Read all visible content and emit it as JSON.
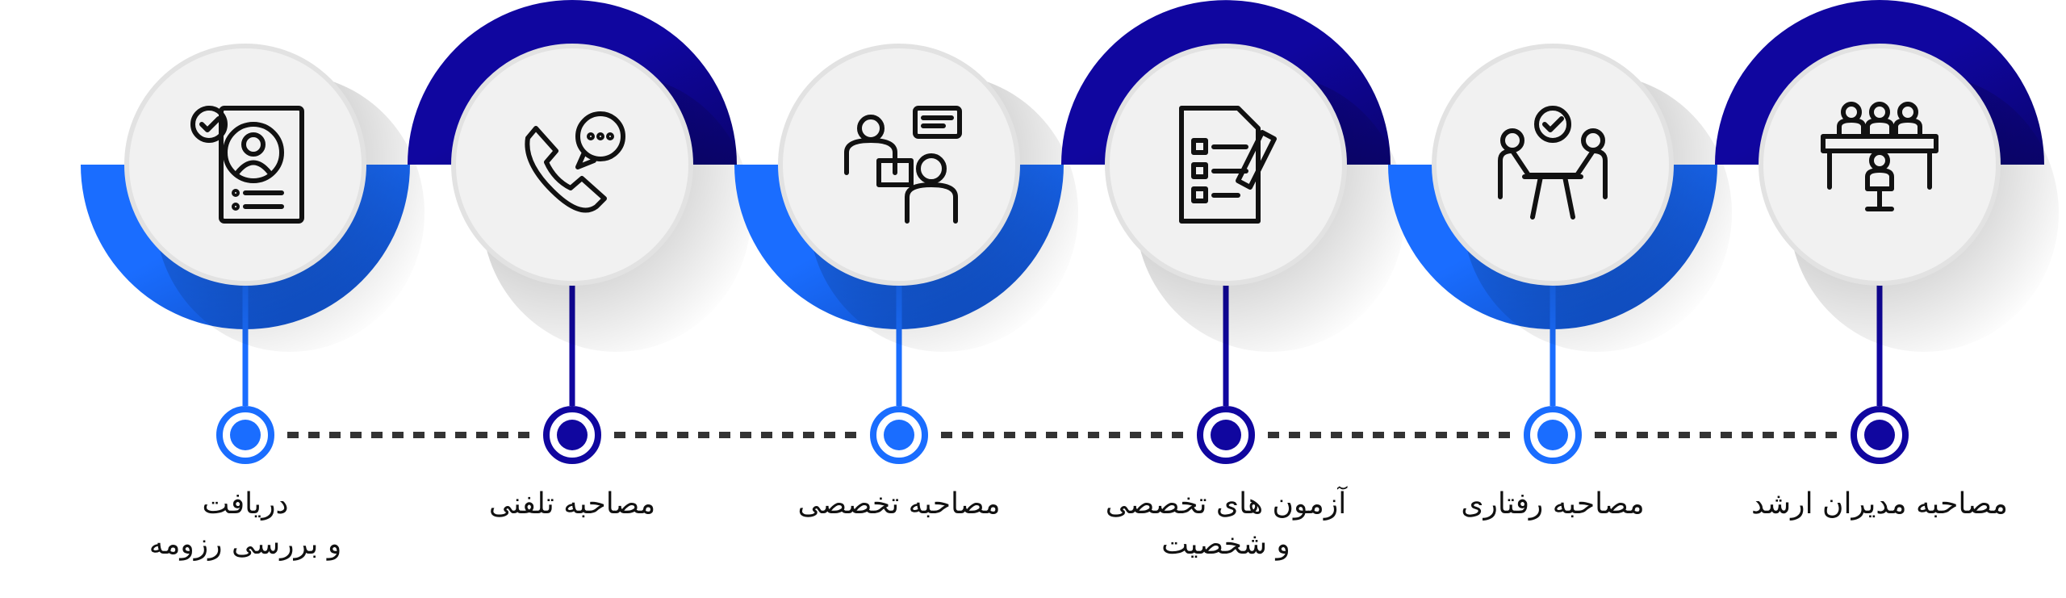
{
  "colors": {
    "light": "#1a6dff",
    "dark": "#10069f",
    "dash": "#333333",
    "circle": "#f1f1f1"
  },
  "steps": [
    {
      "label_lines": [
        "دریافت",
        "و بررسی رزومه"
      ],
      "tone": "light",
      "arc": "bottom",
      "icon": "resume-check-icon"
    },
    {
      "label_lines": [
        "مصاحبه تلفنی"
      ],
      "tone": "dark",
      "arc": "top",
      "icon": "phone-chat-icon"
    },
    {
      "label_lines": [
        "مصاحبه تخصصی"
      ],
      "tone": "light",
      "arc": "bottom",
      "icon": "interview-laptop-icon"
    },
    {
      "label_lines": [
        "آزمون های تخصصی",
        "و شخصیت"
      ],
      "tone": "dark",
      "arc": "top",
      "icon": "checklist-test-icon"
    },
    {
      "label_lines": [
        "مصاحبه رفتاری"
      ],
      "tone": "light",
      "arc": "bottom",
      "icon": "behavioral-meeting-icon"
    },
    {
      "label_lines": [
        "مصاحبه مدیران ارشد"
      ],
      "tone": "dark",
      "arc": "top",
      "icon": "panel-interview-icon"
    }
  ]
}
